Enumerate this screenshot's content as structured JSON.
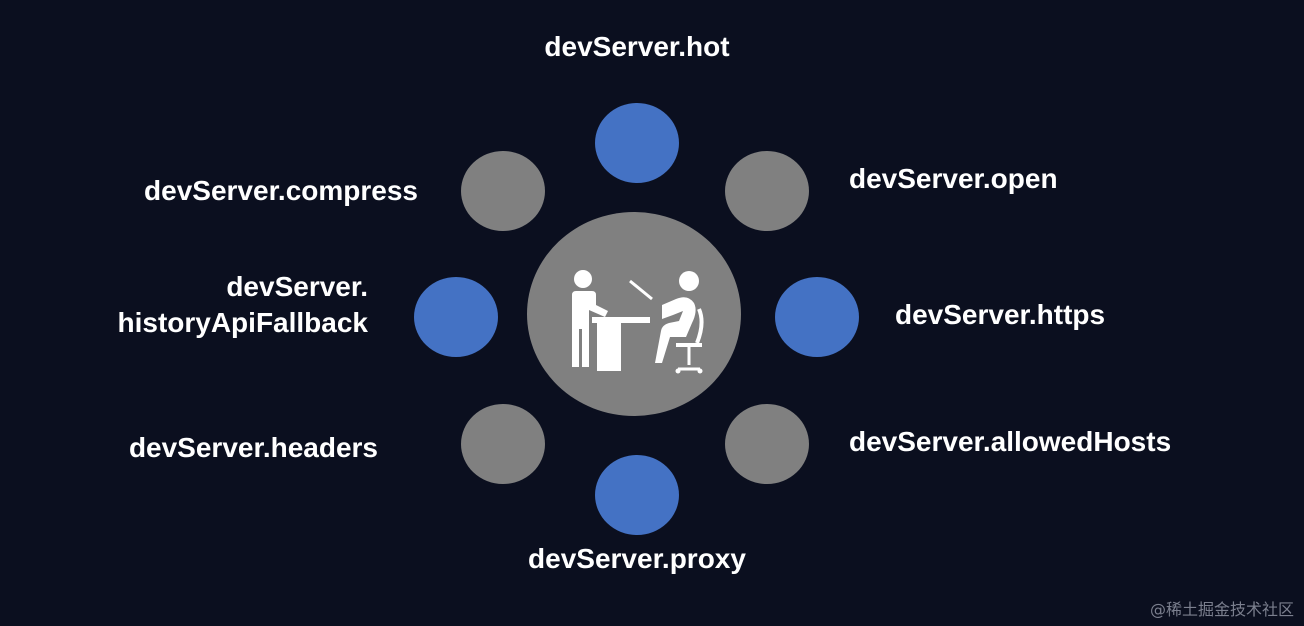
{
  "colors": {
    "background": "#0b0f1f",
    "blue_node": "#4472c4",
    "gray_node": "#808080",
    "text": "#ffffff"
  },
  "hub": {
    "icon": "teacher-student-desk-icon"
  },
  "labels": {
    "hot": "devServer.hot",
    "open": "devServer.open",
    "https": "devServer.https",
    "allowed_hosts": "devServer.allowedHosts",
    "proxy": "devServer.proxy",
    "headers": "devServer.headers",
    "history_line1": "devServer.",
    "history_line2": "historyApiFallback",
    "compress": "devServer.compress"
  },
  "watermark": "@稀土掘金技术社区"
}
